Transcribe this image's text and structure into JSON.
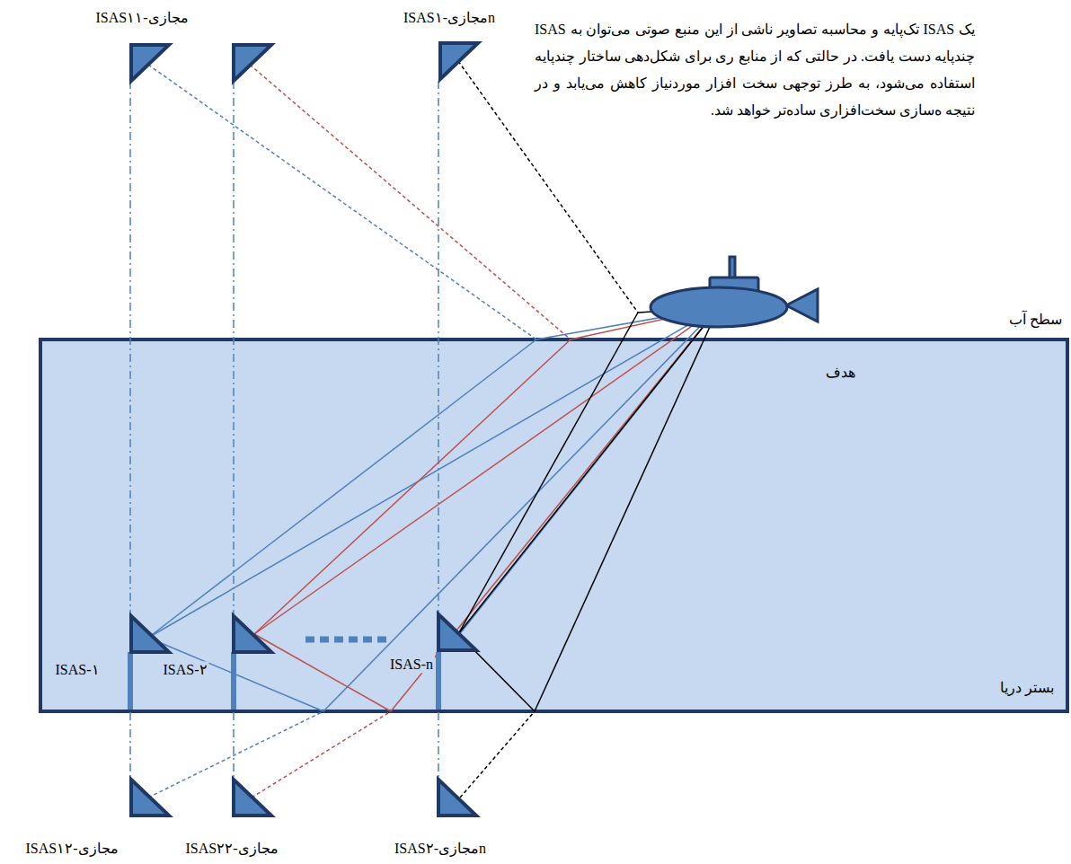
{
  "diagram": {
    "labels": [
      "یک ISAS تک‌پایه و محاسبه تصاویر ناشی از این منبع صوتی می‌توان به ISAS چندپایه دست یافت. در حالتی که از منابع ری برای شکل‌دهی ساختار چندپایه استفاده می‌شود، به طرز توجهی سخت افزار موردنیاز کاهش می‌یابد و در نتیجه ه‌سازی سخت‌افزاری ساده‌تر خواهد شد.",
      "ISASمجازی-۱۱",
      "ISASمجازی-۱n",
      "سطح آب",
      "هدف",
      "ISAS-۱",
      "ISAS-۲",
      "ISAS-n",
      "بستر دریا",
      "ISASمجازی-۱۲",
      "ISASمجازی-۲۲",
      "ISASمجازی-۲n"
    ]
  }
}
